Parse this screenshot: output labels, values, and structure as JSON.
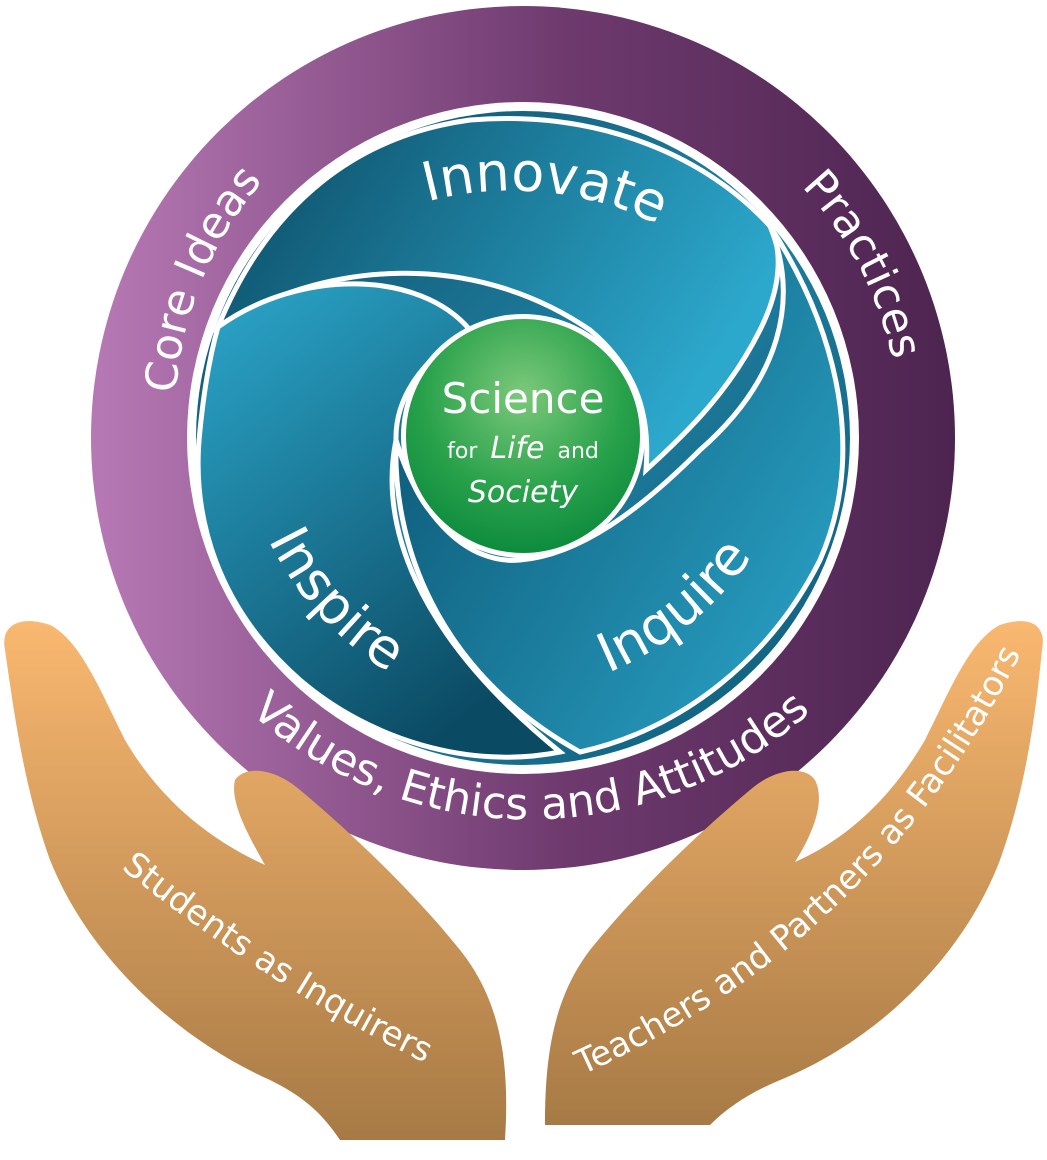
{
  "colors": {
    "ring_light": "#b779b5",
    "ring_dark": "#4d2450",
    "teal_dark": "#0b4a63",
    "teal_mid": "#1f7fa0",
    "teal_light": "#2ca8cc",
    "green_light": "#6cc36e",
    "green_dark": "#0b8a3c",
    "hand_light": "#f9b870",
    "hand_dark": "#a77a45"
  },
  "ring": {
    "top_left": "Core Ideas",
    "top_right": "Practices",
    "bottom": "Values, Ethics and Attitudes"
  },
  "swirl": {
    "top": "Innovate",
    "left": "Inspire",
    "right": "Inquire"
  },
  "center": {
    "line1": "Science",
    "for_word": "for",
    "life_word": "Life",
    "and_word": "and",
    "line3": "Society"
  },
  "hands": {
    "left": "Students as Inquirers",
    "right": "Teachers and Partners as Facilitators"
  }
}
